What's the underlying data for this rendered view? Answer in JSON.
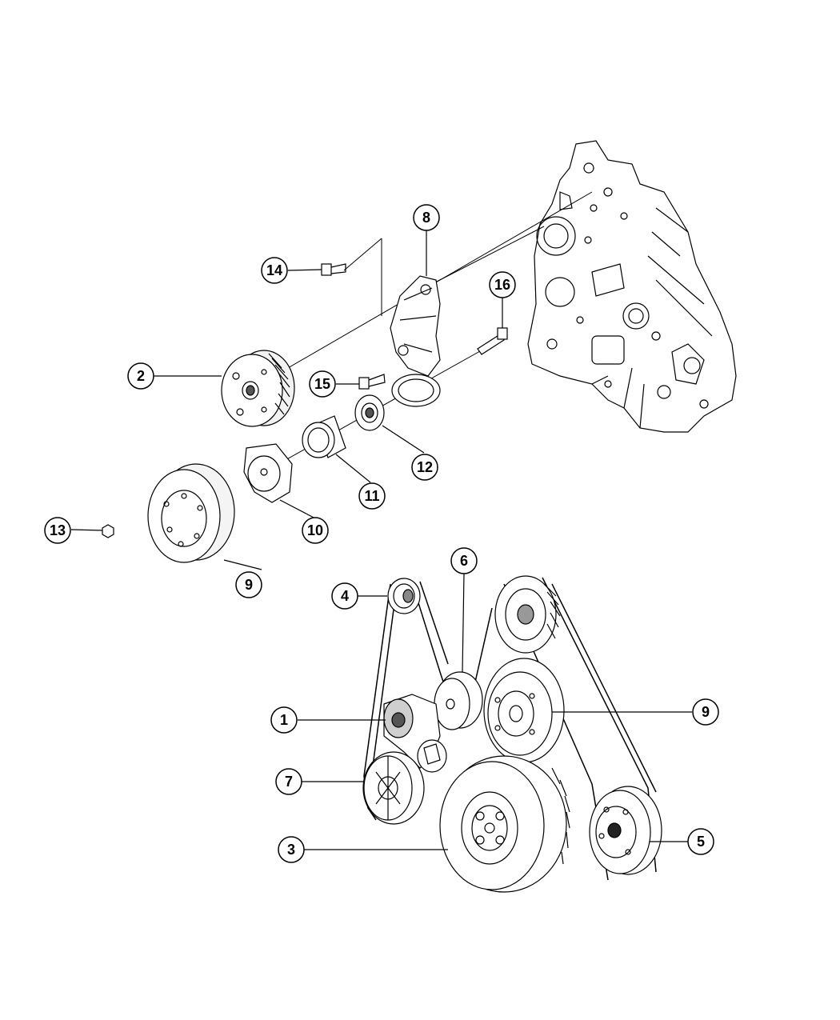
{
  "callouts": [
    {
      "id": "c1",
      "label": "1"
    },
    {
      "id": "c2",
      "label": "2"
    },
    {
      "id": "c3",
      "label": "3"
    },
    {
      "id": "c4",
      "label": "4"
    },
    {
      "id": "c5",
      "label": "5"
    },
    {
      "id": "c6",
      "label": "6"
    },
    {
      "id": "c7",
      "label": "7"
    },
    {
      "id": "c8",
      "label": "8"
    },
    {
      "id": "c9a",
      "label": "9"
    },
    {
      "id": "c9b",
      "label": "9"
    },
    {
      "id": "c10",
      "label": "10"
    },
    {
      "id": "c11",
      "label": "11"
    },
    {
      "id": "c12",
      "label": "12"
    },
    {
      "id": "c13",
      "label": "13"
    },
    {
      "id": "c14",
      "label": "14"
    },
    {
      "id": "c15",
      "label": "15"
    },
    {
      "id": "c16",
      "label": "16"
    }
  ],
  "colors": {
    "ink": "#000000",
    "background": "#ffffff",
    "shade": "#cfcfcf"
  }
}
